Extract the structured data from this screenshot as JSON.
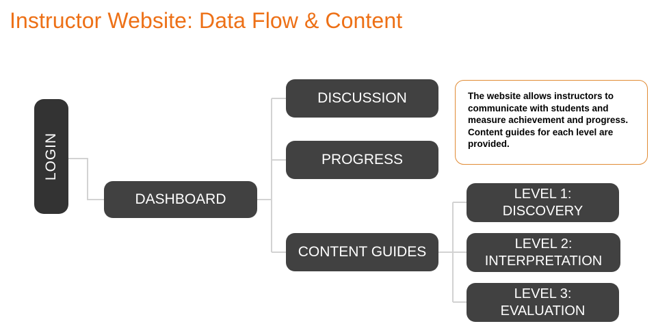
{
  "slide": {
    "title": "Instructor Website: Data Flow & Content",
    "title_color": "#ED7016",
    "background_color": "#ffffff"
  },
  "nodes": {
    "login": {
      "label": "LOGIN",
      "fill": "#333333",
      "text_color": "#ffffff"
    },
    "dashboard": {
      "label": "DASHBOARD",
      "fill": "#414141",
      "text_color": "#ffffff"
    },
    "discussion": {
      "label": "DISCUSSION",
      "fill": "#414141",
      "text_color": "#ffffff"
    },
    "progress": {
      "label": "PROGRESS",
      "fill": "#414141",
      "text_color": "#ffffff"
    },
    "content_guides": {
      "label": "CONTENT GUIDES",
      "fill": "#414141",
      "text_color": "#ffffff"
    },
    "level1": {
      "label": "LEVEL 1:\nDISCOVERY",
      "fill": "#414141",
      "text_color": "#ffffff"
    },
    "level2": {
      "label": "LEVEL 2:\nINTERPRETATION",
      "fill": "#414141",
      "text_color": "#ffffff"
    },
    "level3": {
      "label": "LEVEL 3:\nEVALUATION",
      "fill": "#414141",
      "text_color": "#ffffff"
    }
  },
  "callout": {
    "text": "The website allows instructors to communicate with students and measure achievement and progress. Content guides for each level are provided.",
    "border_color": "#E08A33",
    "background_color": "#ffffff",
    "text_color": "#000000"
  },
  "connectors": {
    "color": "#D2D2D2",
    "edges": [
      {
        "from": "login",
        "to": "dashboard"
      },
      {
        "from": "dashboard",
        "to": "discussion"
      },
      {
        "from": "dashboard",
        "to": "progress"
      },
      {
        "from": "dashboard",
        "to": "content_guides"
      },
      {
        "from": "content_guides",
        "to": "level1"
      },
      {
        "from": "content_guides",
        "to": "level2"
      },
      {
        "from": "content_guides",
        "to": "level3"
      }
    ]
  }
}
